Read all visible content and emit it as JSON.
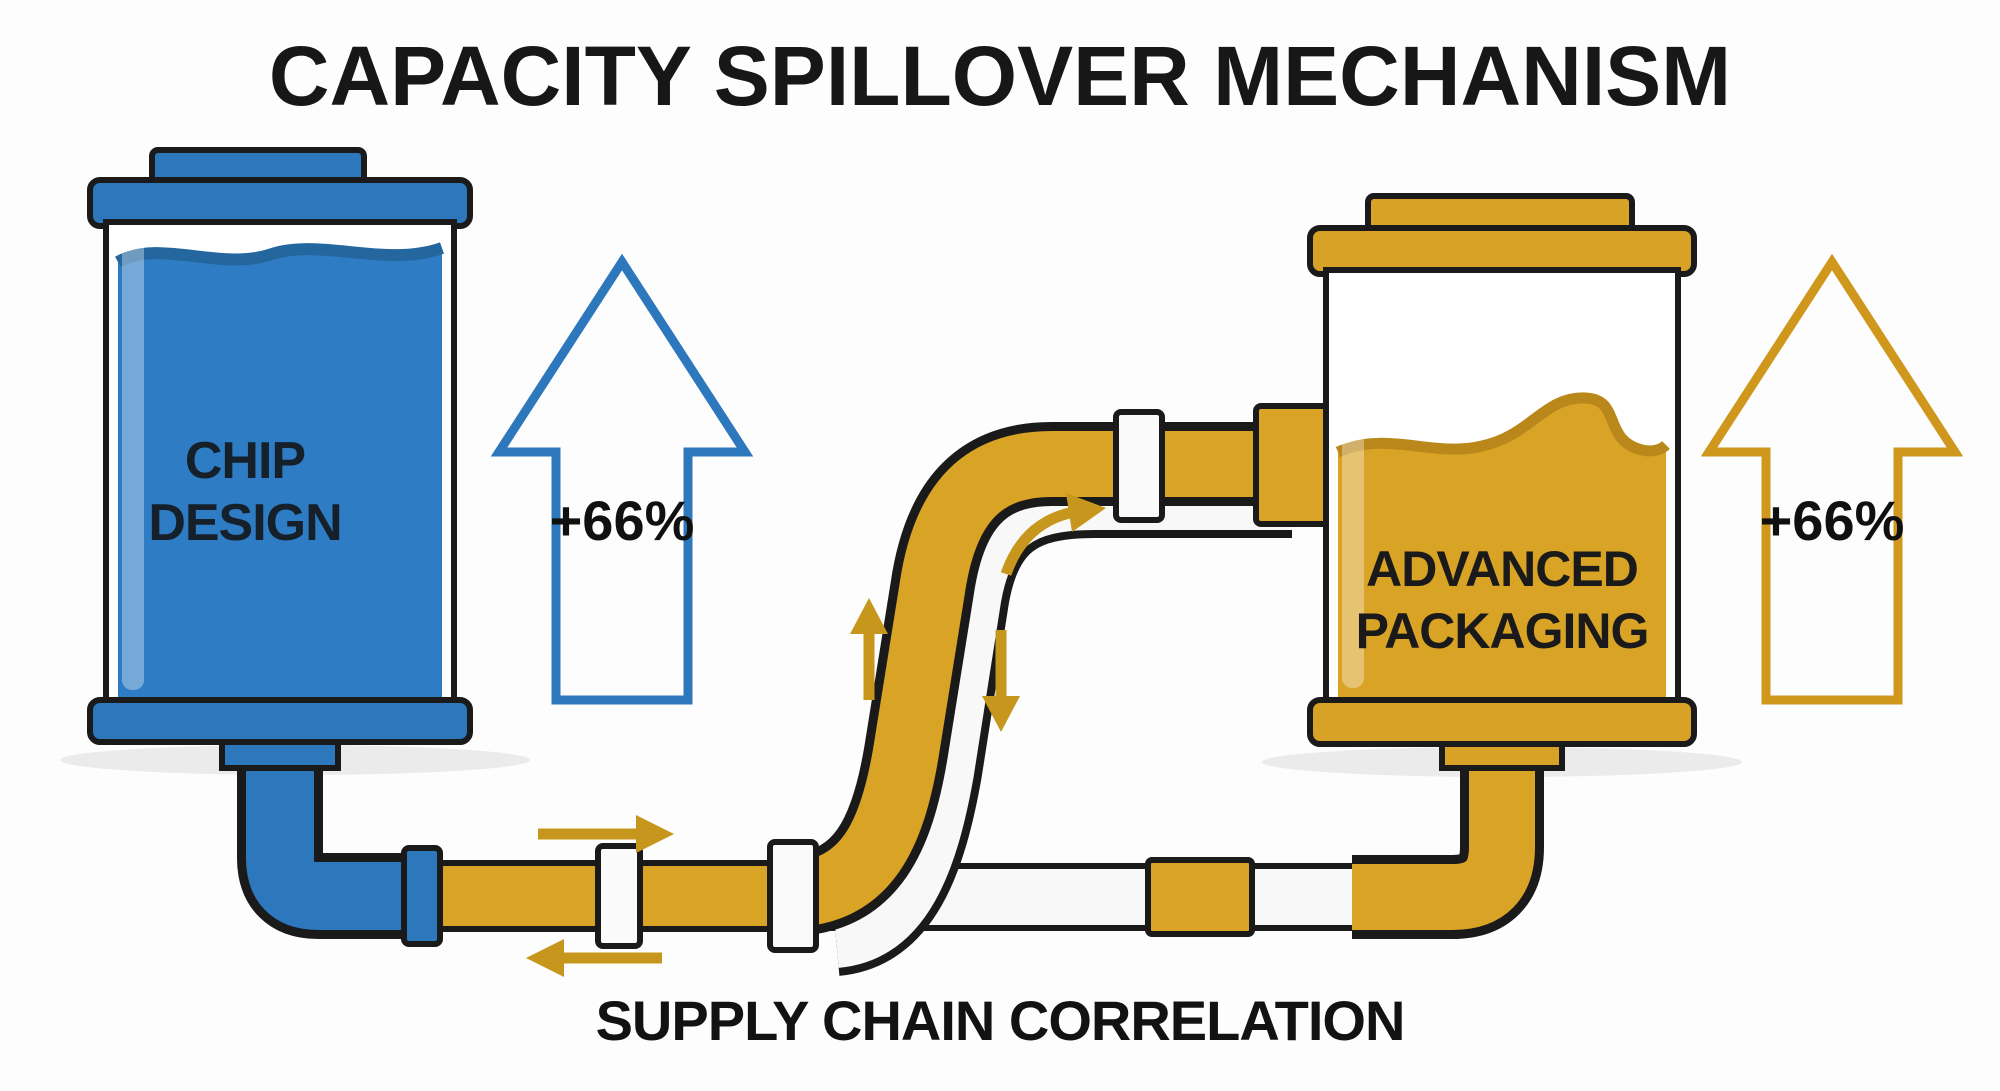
{
  "title": "CAPACITY SPILLOVER MECHANISM",
  "caption": "SUPPLY CHAIN CORRELATION",
  "left_tank": {
    "label_line1": "CHIP",
    "label_line2": "DESIGN",
    "liquid_color": "#2e7cc3",
    "frame_color": "#2d77bd",
    "wave_color": "#24669e"
  },
  "left_arrow": {
    "value": "+66%",
    "outline_color": "#2d77bd"
  },
  "right_tank": {
    "label_line1": "ADVANCED",
    "label_line2": "PACKAGING",
    "liquid_color": "#d9a326",
    "frame_color": "#d8a226",
    "wave_color": "#b9871a"
  },
  "right_arrow": {
    "value": "+66%",
    "outline_color": "#d0971d"
  },
  "pipes": {
    "gold_color": "#d9a326",
    "flow_arrow_color": "#c7961c",
    "empty_pipe_color": "#f8f8f8"
  }
}
